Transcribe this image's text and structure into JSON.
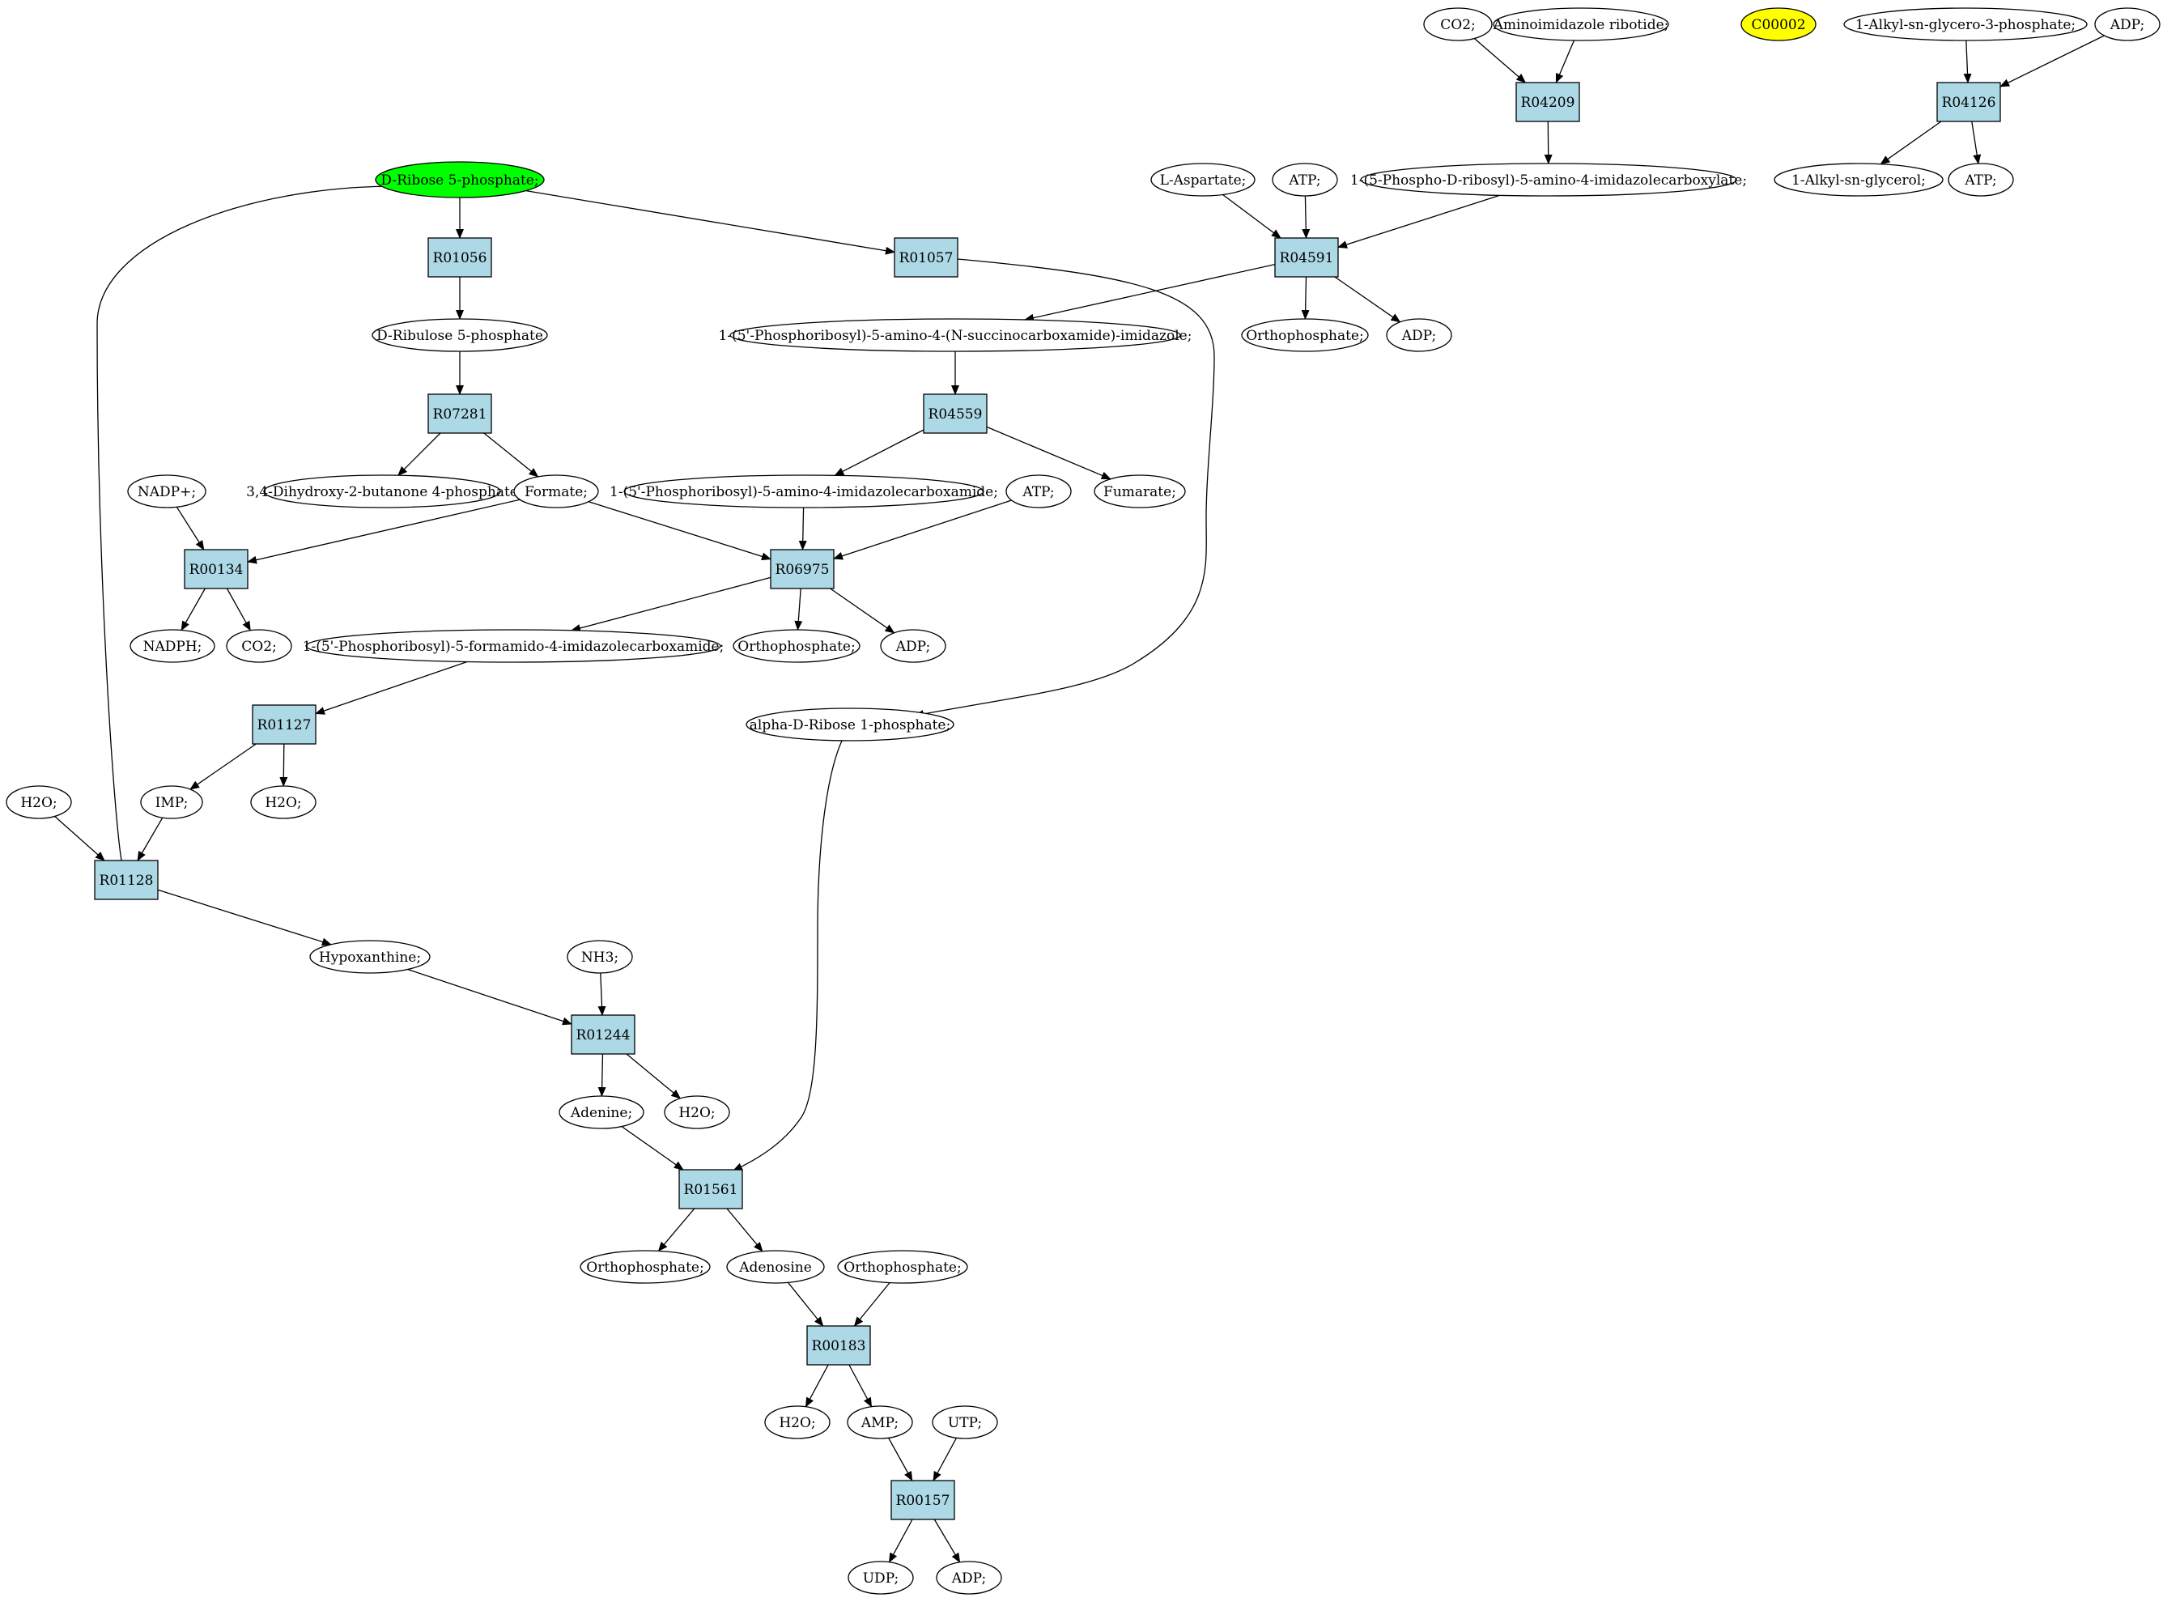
{
  "colors": {
    "reaction_fill": "#add8e6",
    "metabolite_fill": "#ffffff",
    "source_fill": "#00ff00",
    "highlight_fill": "#ffff00",
    "stroke": "#000000"
  },
  "diagram": {
    "nodes": [
      {
        "id": "m_co2_top",
        "kind": "metabolite",
        "label": "CO2;"
      },
      {
        "id": "m_air",
        "kind": "metabolite",
        "label": "Aminoimidazole ribotide;"
      },
      {
        "id": "m_c00002",
        "kind": "highlight",
        "label": "C00002"
      },
      {
        "id": "m_alkylg3p",
        "kind": "metabolite",
        "label": "1-Alkyl-sn-glycero-3-phosphate;"
      },
      {
        "id": "m_adp_tr",
        "kind": "metabolite",
        "label": "ADP;"
      },
      {
        "id": "r_R04209",
        "kind": "reaction",
        "label": "R04209"
      },
      {
        "id": "r_R04126",
        "kind": "reaction",
        "label": "R04126"
      },
      {
        "id": "m_r5p",
        "kind": "source",
        "label": "D-Ribose 5-phosphate;"
      },
      {
        "id": "m_laspartate",
        "kind": "metabolite",
        "label": "L-Aspartate;"
      },
      {
        "id": "m_atp_1",
        "kind": "metabolite",
        "label": "ATP;"
      },
      {
        "id": "m_pr_air_carb",
        "kind": "metabolite",
        "label": "1-(5-Phospho-D-ribosyl)-5-amino-4-imidazolecarboxylate;"
      },
      {
        "id": "m_alkylglycerol",
        "kind": "metabolite",
        "label": "1-Alkyl-sn-glycerol;"
      },
      {
        "id": "m_atp_tr",
        "kind": "metabolite",
        "label": "ATP;"
      },
      {
        "id": "r_R01056",
        "kind": "reaction",
        "label": "R01056"
      },
      {
        "id": "r_R01057",
        "kind": "reaction",
        "label": "R01057"
      },
      {
        "id": "r_R04591",
        "kind": "reaction",
        "label": "R04591"
      },
      {
        "id": "m_ru5p",
        "kind": "metabolite",
        "label": "D-Ribulose 5-phosphate"
      },
      {
        "id": "m_saicar",
        "kind": "metabolite",
        "label": "1-(5'-Phosphoribosyl)-5-amino-4-(N-succinocarboxamide)-imidazole;"
      },
      {
        "id": "m_pi_1",
        "kind": "metabolite",
        "label": "Orthophosphate;"
      },
      {
        "id": "m_adp_1",
        "kind": "metabolite",
        "label": "ADP;"
      },
      {
        "id": "r_R07281",
        "kind": "reaction",
        "label": "R07281"
      },
      {
        "id": "r_R04559",
        "kind": "reaction",
        "label": "R04559"
      },
      {
        "id": "m_nadp",
        "kind": "metabolite",
        "label": "NADP+;"
      },
      {
        "id": "m_dhbp",
        "kind": "metabolite",
        "label": "3,4-Dihydroxy-2-butanone 4-phosphate"
      },
      {
        "id": "m_formate",
        "kind": "metabolite",
        "label": "Formate;"
      },
      {
        "id": "m_aicar",
        "kind": "metabolite",
        "label": "1-(5'-Phosphoribosyl)-5-amino-4-imidazolecarboxamide;"
      },
      {
        "id": "m_atp_2",
        "kind": "metabolite",
        "label": "ATP;"
      },
      {
        "id": "m_fumarate",
        "kind": "metabolite",
        "label": "Fumarate;"
      },
      {
        "id": "r_R00134",
        "kind": "reaction",
        "label": "R00134"
      },
      {
        "id": "r_R06975",
        "kind": "reaction",
        "label": "R06975"
      },
      {
        "id": "m_nadph",
        "kind": "metabolite",
        "label": "NADPH;"
      },
      {
        "id": "m_co2_2",
        "kind": "metabolite",
        "label": "CO2;"
      },
      {
        "id": "m_faicar",
        "kind": "metabolite",
        "label": "1-(5'-Phosphoribosyl)-5-formamido-4-imidazolecarboxamide;"
      },
      {
        "id": "m_pi_2",
        "kind": "metabolite",
        "label": "Orthophosphate;"
      },
      {
        "id": "m_adp_2",
        "kind": "metabolite",
        "label": "ADP;"
      },
      {
        "id": "r_R01127",
        "kind": "reaction",
        "label": "R01127"
      },
      {
        "id": "m_r1p",
        "kind": "metabolite",
        "label": "alpha-D-Ribose 1-phosphate;"
      },
      {
        "id": "m_h2o_1",
        "kind": "metabolite",
        "label": "H2O;"
      },
      {
        "id": "m_imp",
        "kind": "metabolite",
        "label": "IMP;"
      },
      {
        "id": "m_h2o_2",
        "kind": "metabolite",
        "label": "H2O;"
      },
      {
        "id": "r_R01128",
        "kind": "reaction",
        "label": "R01128"
      },
      {
        "id": "m_hypoxanthine",
        "kind": "metabolite",
        "label": "Hypoxanthine;"
      },
      {
        "id": "m_nh3",
        "kind": "metabolite",
        "label": "NH3;"
      },
      {
        "id": "r_R01244",
        "kind": "reaction",
        "label": "R01244"
      },
      {
        "id": "m_adenine",
        "kind": "metabolite",
        "label": "Adenine;"
      },
      {
        "id": "m_h2o_3",
        "kind": "metabolite",
        "label": "H2O;"
      },
      {
        "id": "r_R01561",
        "kind": "reaction",
        "label": "R01561"
      },
      {
        "id": "m_pi_3",
        "kind": "metabolite",
        "label": "Orthophosphate;"
      },
      {
        "id": "m_adenosine",
        "kind": "metabolite",
        "label": "Adenosine"
      },
      {
        "id": "m_pi_4",
        "kind": "metabolite",
        "label": "Orthophosphate;"
      },
      {
        "id": "r_R00183",
        "kind": "reaction",
        "label": "R00183"
      },
      {
        "id": "m_h2o_4",
        "kind": "metabolite",
        "label": "H2O;"
      },
      {
        "id": "m_amp",
        "kind": "metabolite",
        "label": "AMP;"
      },
      {
        "id": "m_utp",
        "kind": "metabolite",
        "label": "UTP;"
      },
      {
        "id": "r_R00157",
        "kind": "reaction",
        "label": "R00157"
      },
      {
        "id": "m_udp",
        "kind": "metabolite",
        "label": "UDP;"
      },
      {
        "id": "m_adp_3",
        "kind": "metabolite",
        "label": "ADP;"
      }
    ],
    "edges": [
      {
        "from": "m_co2_top",
        "to": "r_R04209"
      },
      {
        "from": "m_air",
        "to": "r_R04209"
      },
      {
        "from": "r_R04209",
        "to": "m_pr_air_carb"
      },
      {
        "from": "m_alkylg3p",
        "to": "r_R04126"
      },
      {
        "from": "m_adp_tr",
        "to": "r_R04126"
      },
      {
        "from": "r_R04126",
        "to": "m_alkylglycerol"
      },
      {
        "from": "r_R04126",
        "to": "m_atp_tr"
      },
      {
        "from": "m_r5p",
        "to": "r_R01056"
      },
      {
        "from": "m_r5p",
        "to": "r_R01057"
      },
      {
        "from": "r_R01056",
        "to": "m_ru5p"
      },
      {
        "from": "m_ru5p",
        "to": "r_R07281"
      },
      {
        "from": "r_R07281",
        "to": "m_dhbp"
      },
      {
        "from": "r_R07281",
        "to": "m_formate"
      },
      {
        "from": "m_laspartate",
        "to": "r_R04591"
      },
      {
        "from": "m_atp_1",
        "to": "r_R04591"
      },
      {
        "from": "m_pr_air_carb",
        "to": "r_R04591"
      },
      {
        "from": "r_R04591",
        "to": "m_saicar"
      },
      {
        "from": "r_R04591",
        "to": "m_pi_1"
      },
      {
        "from": "r_R04591",
        "to": "m_adp_1"
      },
      {
        "from": "m_saicar",
        "to": "r_R04559"
      },
      {
        "from": "r_R04559",
        "to": "m_aicar"
      },
      {
        "from": "r_R04559",
        "to": "m_fumarate"
      },
      {
        "from": "m_nadp",
        "to": "r_R00134"
      },
      {
        "from": "m_formate",
        "to": "r_R00134"
      },
      {
        "from": "m_formate",
        "to": "r_R06975"
      },
      {
        "from": "r_R00134",
        "to": "m_nadph"
      },
      {
        "from": "r_R00134",
        "to": "m_co2_2"
      },
      {
        "from": "m_aicar",
        "to": "r_R06975"
      },
      {
        "from": "m_atp_2",
        "to": "r_R06975"
      },
      {
        "from": "r_R06975",
        "to": "m_faicar"
      },
      {
        "from": "r_R06975",
        "to": "m_pi_2"
      },
      {
        "from": "r_R06975",
        "to": "m_adp_2"
      },
      {
        "from": "m_faicar",
        "to": "r_R01127"
      },
      {
        "from": "r_R01127",
        "to": "m_imp"
      },
      {
        "from": "r_R01127",
        "to": "m_h2o_2"
      },
      {
        "from": "m_h2o_1",
        "to": "r_R01128"
      },
      {
        "from": "m_imp",
        "to": "r_R01128"
      },
      {
        "from": "r_R01128",
        "to": "m_r5p"
      },
      {
        "from": "r_R01128",
        "to": "m_hypoxanthine"
      },
      {
        "from": "r_R01057",
        "to": "m_r1p"
      },
      {
        "from": "m_hypoxanthine",
        "to": "r_R01244"
      },
      {
        "from": "m_nh3",
        "to": "r_R01244"
      },
      {
        "from": "r_R01244",
        "to": "m_adenine"
      },
      {
        "from": "r_R01244",
        "to": "m_h2o_3"
      },
      {
        "from": "m_adenine",
        "to": "r_R01561"
      },
      {
        "from": "m_r1p",
        "to": "r_R01561"
      },
      {
        "from": "r_R01561",
        "to": "m_pi_3"
      },
      {
        "from": "r_R01561",
        "to": "m_adenosine"
      },
      {
        "from": "m_adenosine",
        "to": "r_R00183"
      },
      {
        "from": "m_pi_4",
        "to": "r_R00183"
      },
      {
        "from": "r_R00183",
        "to": "m_h2o_4"
      },
      {
        "from": "r_R00183",
        "to": "m_amp"
      },
      {
        "from": "m_amp",
        "to": "r_R00157"
      },
      {
        "from": "m_utp",
        "to": "r_R00157"
      },
      {
        "from": "r_R00157",
        "to": "m_udp"
      },
      {
        "from": "r_R00157",
        "to": "m_adp_3"
      }
    ]
  }
}
